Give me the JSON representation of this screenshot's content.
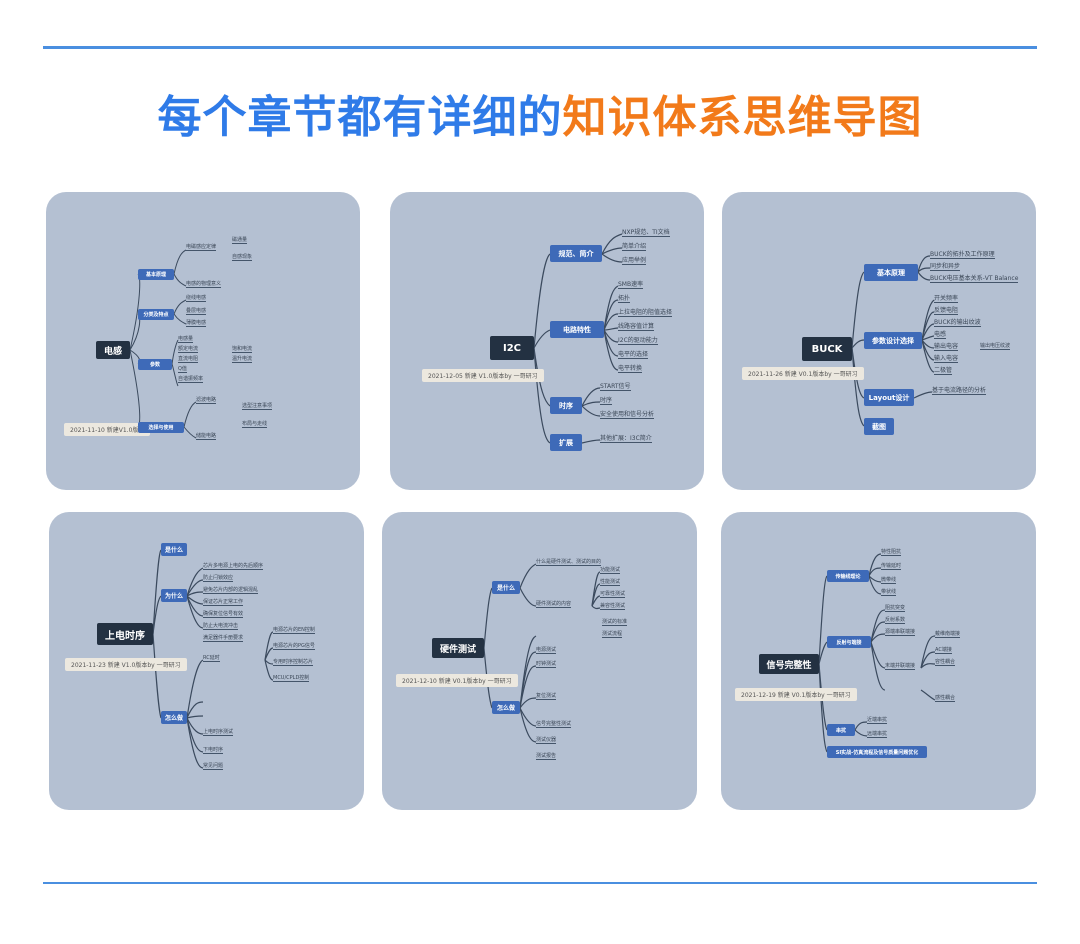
{
  "header": {
    "title_part1": "每个章节都有详细的",
    "title_part2": "知识体系思维导图"
  },
  "colors": {
    "accent_blue": "#2f7be8",
    "accent_orange": "#f27a1a",
    "card_bg": "#b4c0d2",
    "root_bg": "#233142",
    "category_bg": "#3e6ab8"
  },
  "cards": [
    {
      "id": "inductor",
      "root": "电感",
      "stamp": "2021-11-10 新建V1.0版本",
      "categories": [
        "基本原理",
        "分类及特点",
        "参数",
        "选择与使用"
      ],
      "leaves": [
        "电磁感应定律",
        "磁通量",
        "自感现象",
        "电感的物理意义",
        "绕线电感",
        "叠层电感",
        "薄膜电感",
        "电感量",
        "额定电流",
        "直流电阻",
        "Q值",
        "自谐振频率",
        "饱和电流",
        "温升电流",
        "滤波电路",
        "储能电路",
        "选型注意事项",
        "布局与走线"
      ]
    },
    {
      "id": "i2c",
      "root": "I2C",
      "stamp": "2021-12-05 新建 V1.0版本by 一哥研习",
      "categories": [
        "规范、简介",
        "电路特性",
        "时序",
        "扩展"
      ],
      "leaves": [
        "NXP规范、TI文档",
        "简单介绍",
        "应用举例",
        "SMB速率",
        "拓扑",
        "上拉电阻的阻值选择",
        "线路容值计算",
        "I2C的驱动能力",
        "电平的选择",
        "电平转换",
        "START信号",
        "时序",
        "安全使用和信号分析",
        "其他扩展：I3C简介"
      ]
    },
    {
      "id": "buck",
      "root": "BUCK",
      "stamp": "2021-11-26 新建 V0.1版本by 一哥研习",
      "categories": [
        "基本原理",
        "参数设计选择",
        "Layout设计",
        "截图"
      ],
      "leaves": [
        "BUCK的拓扑及工作原理",
        "同步和异步",
        "BUCK电压基本关系-VT Balance",
        "开关频率",
        "反馈电阻",
        "BUCK的输出纹波",
        "电感",
        "输出电容",
        "输入电容",
        "二极管",
        "输出电压纹波",
        "基于电流路径的分析"
      ]
    },
    {
      "id": "power-seq",
      "root": "上电时序",
      "stamp": "2021-11-23 新建 V1.0版本by 一哥研习",
      "categories": [
        "是什么",
        "为什么",
        "怎么做"
      ],
      "leaves": [
        "芯片多电源上电的先后顺序",
        "防止闩锁效应",
        "避免芯片内部的逻辑混乱",
        "保证芯片正常工作",
        "确保复位信号有效",
        "防止大电流冲击",
        "满足器件手册要求",
        "RC延时",
        "电源芯片的EN控制",
        "电源芯片的PG信号",
        "专用时序控制芯片",
        "MCU/CPLD控制",
        "上电时序测试",
        "下电时序",
        "常见问题"
      ]
    },
    {
      "id": "hw-test",
      "root": "硬件测试",
      "stamp": "2021-12-10 新建 V0.1版本by 一哥研习",
      "categories": [
        "是什么",
        "怎么做"
      ],
      "leaves": [
        "什么是硬件测试、测试的目的",
        "硬件测试的内容",
        "功能测试",
        "性能测试",
        "可靠性测试",
        "兼容性测试",
        "测试的标准",
        "测试流程",
        "电源测试",
        "时钟测试",
        "复位测试",
        "信号完整性测试",
        "测试仪器",
        "测试报告"
      ]
    },
    {
      "id": "si",
      "root": "信号完整性",
      "stamp": "2021-12-19 新建 V0.1版本by 一哥研习",
      "categories": [
        "传输线理论",
        "反射与端接",
        "串扰",
        "SI实战-仿真流程及信号质量问题优化"
      ],
      "leaves": [
        "特性阻抗",
        "传输延时",
        "微带线",
        "带状线",
        "阻抗突变",
        "反射系数",
        "源端串联端接",
        "末端并联端接",
        "戴维南端接",
        "AC端接",
        "容性耦合",
        "感性耦合",
        "近端串扰",
        "远端串扰"
      ]
    }
  ]
}
